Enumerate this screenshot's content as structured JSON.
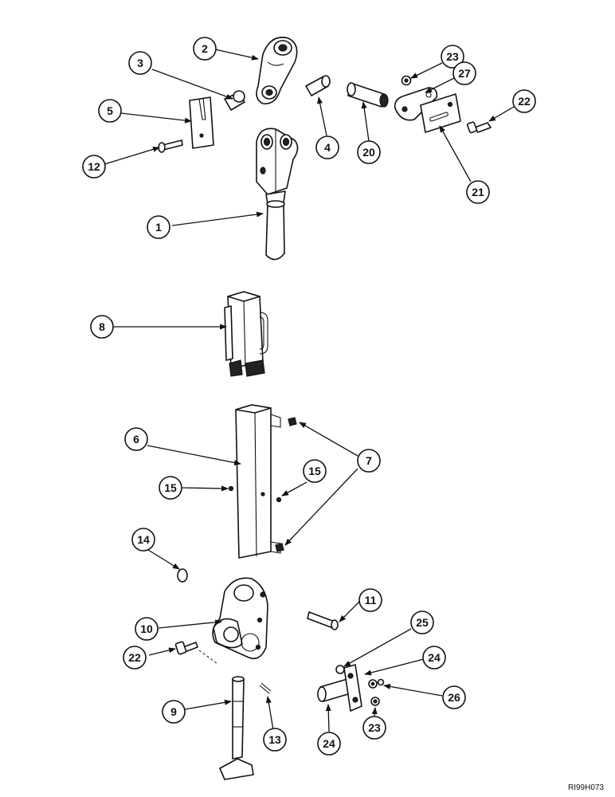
{
  "diagram": {
    "reference_code": "RI99H073",
    "callouts": [
      "1",
      "2",
      "3",
      "4",
      "5",
      "6",
      "7",
      "8",
      "9",
      "10",
      "11",
      "12",
      "13",
      "14",
      "15",
      "15",
      "20",
      "21",
      "22",
      "22",
      "23",
      "23",
      "24",
      "24",
      "25",
      "26",
      "27"
    ],
    "arrow_color": "#111111"
  }
}
